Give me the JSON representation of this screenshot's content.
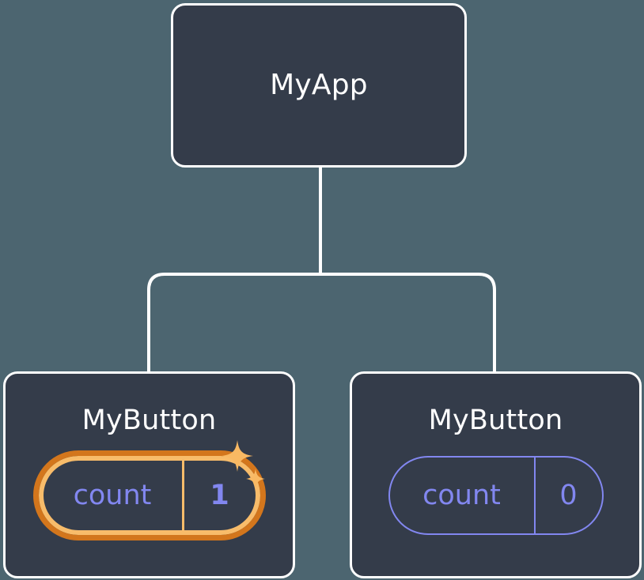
{
  "diagram": {
    "type": "component-tree",
    "title": "React component tree with state pills",
    "background_color": "#4c6570",
    "card_color": "#343c4a",
    "card_border_color": "#ffffff",
    "connector_color": "#ffffff",
    "accent_highlight_inner": "#f8bc6a",
    "accent_highlight_outer": "#d3761c",
    "state_text_color": "#8287f0",
    "sparkle_color": "#f9b963"
  },
  "nodes": {
    "root": {
      "name": "MyApp",
      "has_state": false
    },
    "child_left": {
      "name": "MyButton",
      "state": {
        "key": "count",
        "value": "1",
        "highlighted": true,
        "sparkle": true
      }
    },
    "child_right": {
      "name": "MyButton",
      "state": {
        "key": "count",
        "value": "0",
        "highlighted": false,
        "sparkle": false
      }
    }
  },
  "icons": {
    "sparkle_large": "sparkle-icon",
    "sparkle_small": "sparkle-icon"
  }
}
